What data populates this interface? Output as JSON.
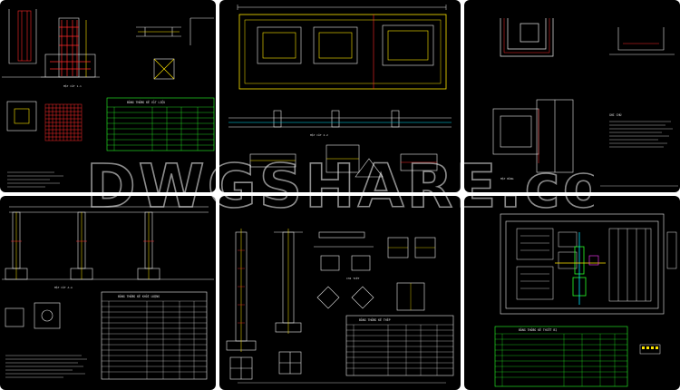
{
  "watermark": {
    "text": "DWGSHARE.com"
  },
  "sheet_labels": {
    "detail_1": "MẶT CẮT 1-1",
    "detail_2": "MẶT CẮT 2-2",
    "detail_3": "MẶT BẰNG",
    "detail_4": "MẶT CẮT A-A",
    "detail_5": "CHI TIẾT",
    "notes_title": "GHI CHÚ"
  },
  "tables": {
    "table_1_title": "BẢNG THỐNG KÊ VẬT LIỆU",
    "table_2_title": "BẢNG THỐNG KÊ KHỐI LƯỢNG",
    "table_3_title": "BẢNG THỐNG KÊ THÉP",
    "table_4_title": "BẢNG THỐNG KÊ THIẾT BỊ"
  },
  "colors": {
    "panel_bg": "#000000",
    "line_white": "#e8e8e8",
    "line_yellow": "#ffe600",
    "line_red": "#ff2a2a",
    "line_cyan": "#00e5ff",
    "line_green": "#27ff27",
    "line_magenta": "#ff3cff"
  }
}
